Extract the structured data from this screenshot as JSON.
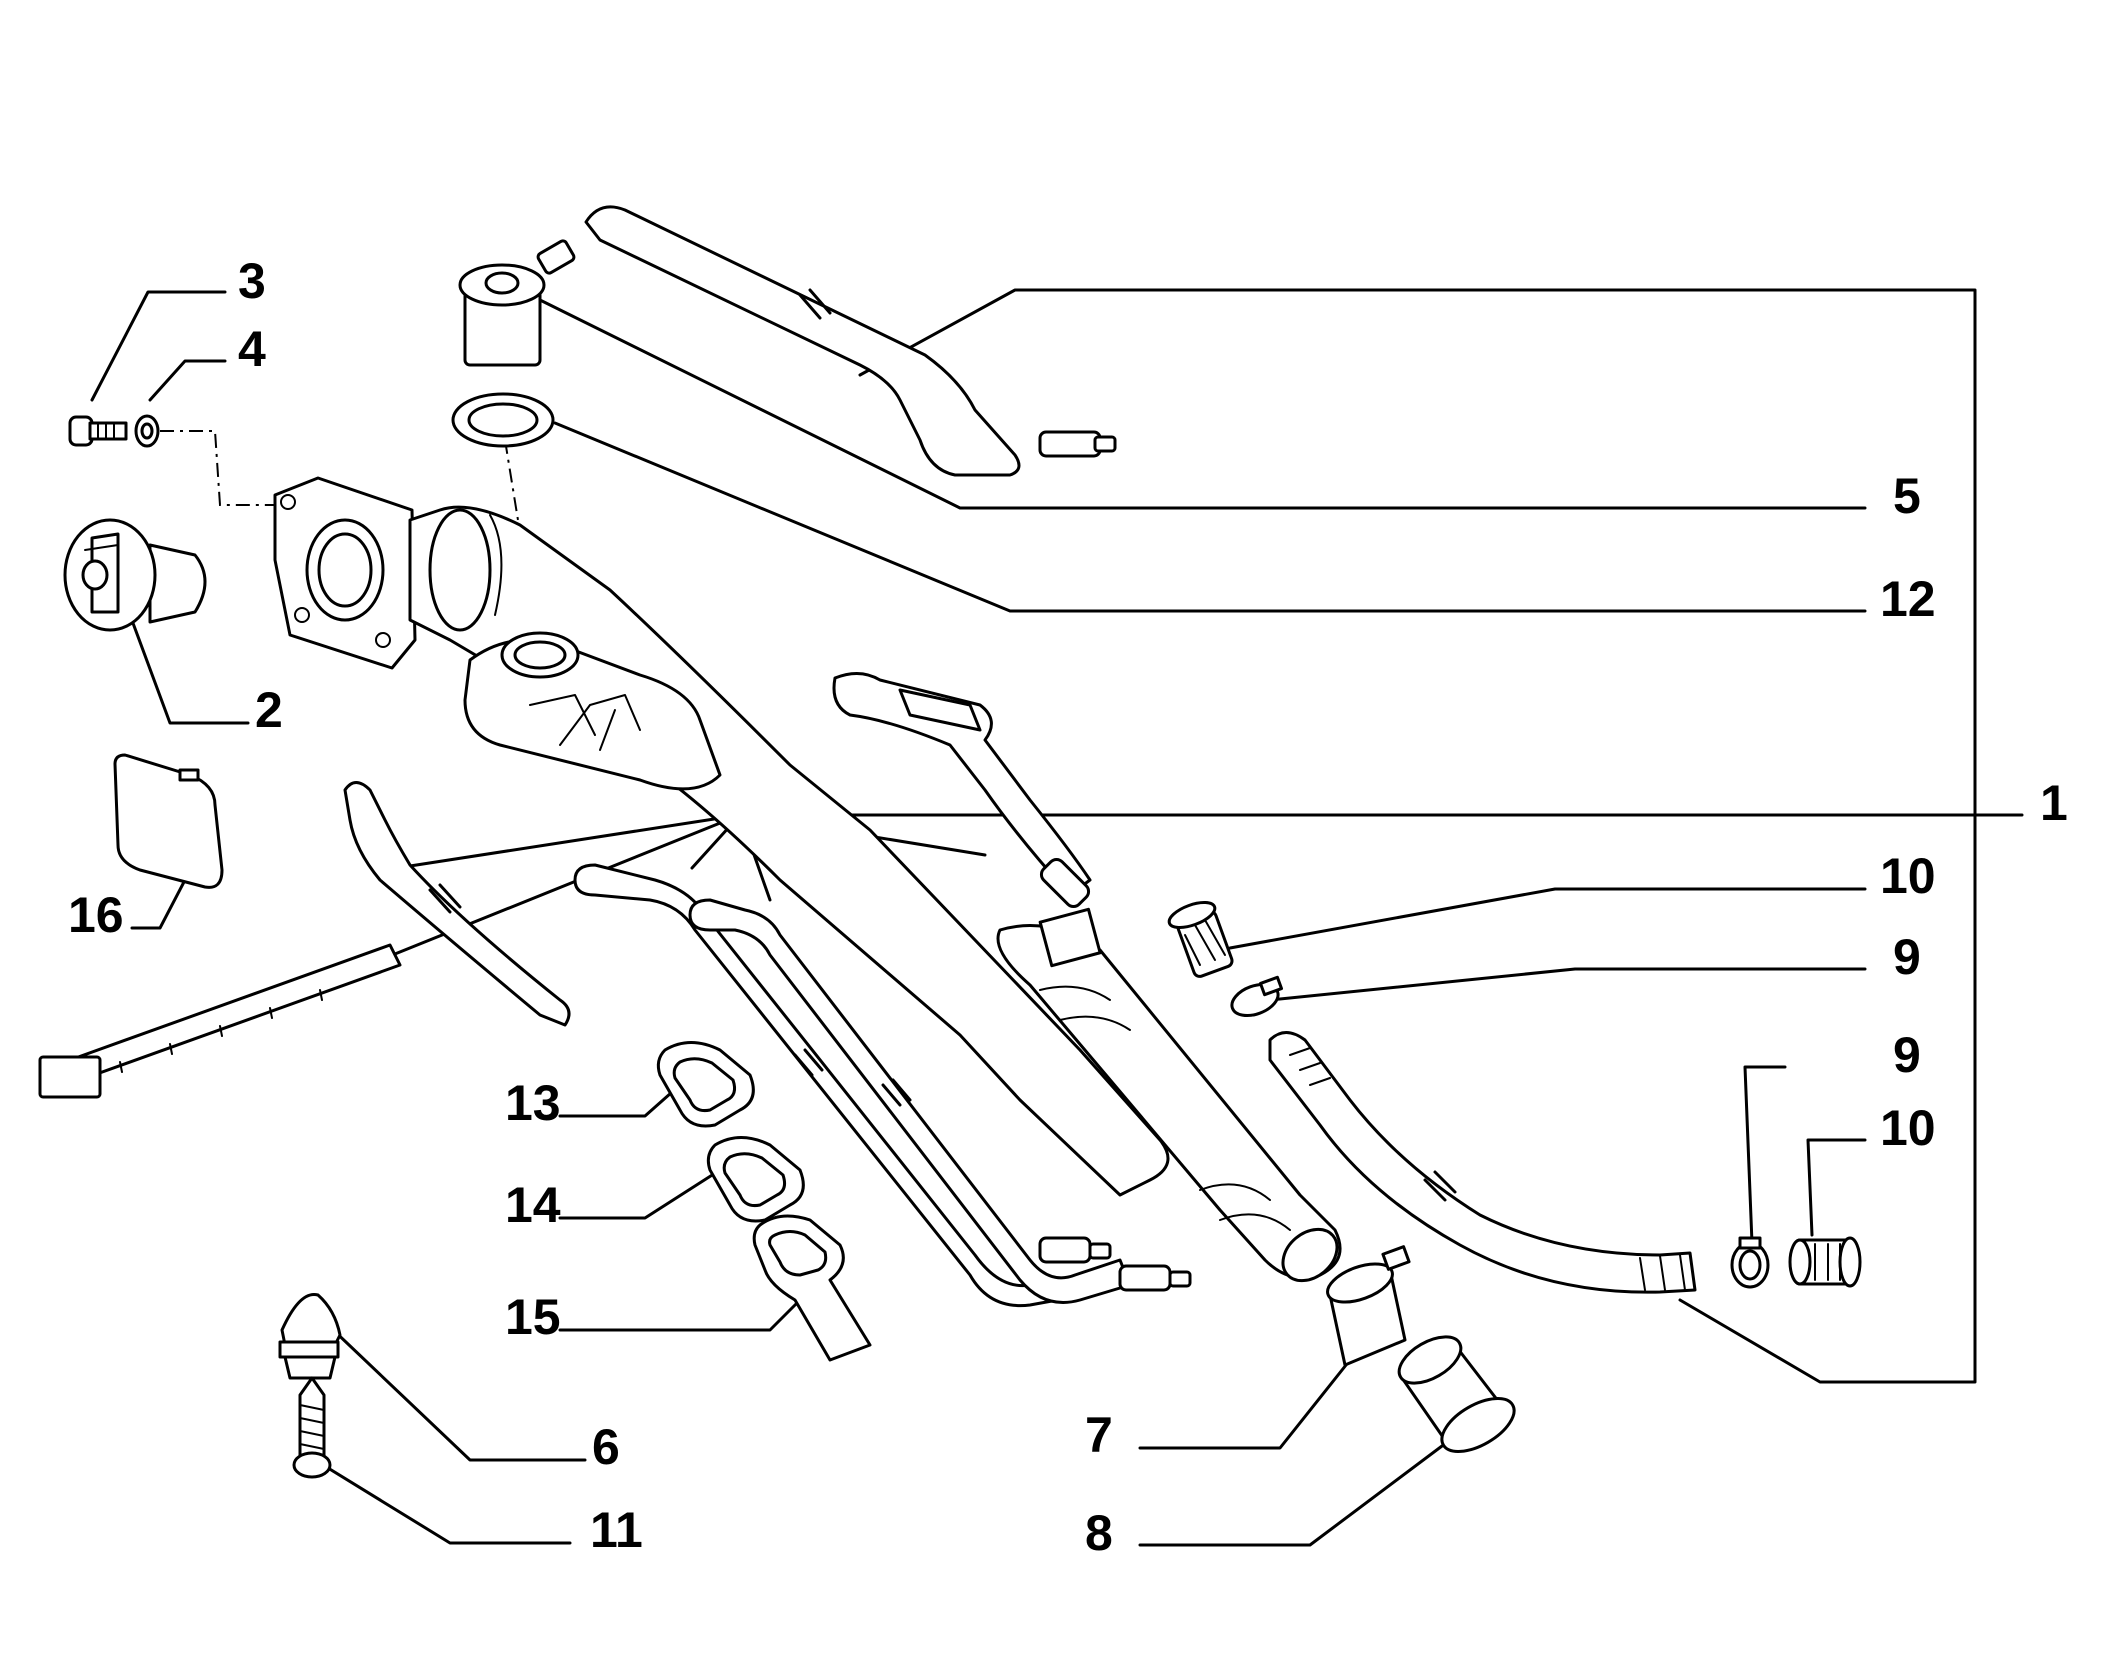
{
  "labels": {
    "p1": "1",
    "p2": "2",
    "p3": "3",
    "p4": "4",
    "p5": "5",
    "p6": "6",
    "p7": "7",
    "p8": "8",
    "p9a": "9",
    "p9b": "9",
    "p10a": "10",
    "p10b": "10",
    "p11": "11",
    "p12": "12",
    "p13": "13",
    "p14": "14",
    "p15": "15",
    "p16": "16"
  }
}
